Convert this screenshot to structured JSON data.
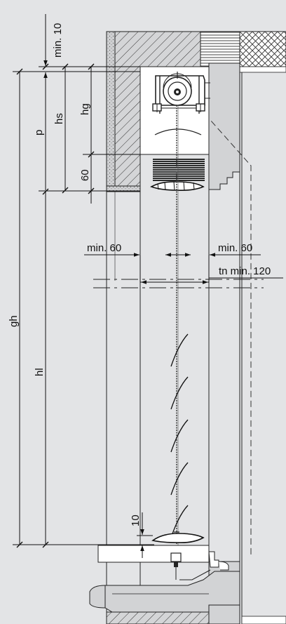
{
  "colors": {
    "background": "#e3e4e6",
    "wall_fill": "#d2d3d5",
    "box_fill": "#ffffff",
    "line": "#222222"
  },
  "labels": {
    "min10_top": "min. 10",
    "p": "p",
    "hs": "hs",
    "hg": "hg",
    "d60": "60",
    "gh": "gh",
    "hl": "hl",
    "min60_left": "min. 60",
    "min60_right": "min. 60",
    "tn_min120": "tn min. 120",
    "d10_bottom": "10"
  }
}
